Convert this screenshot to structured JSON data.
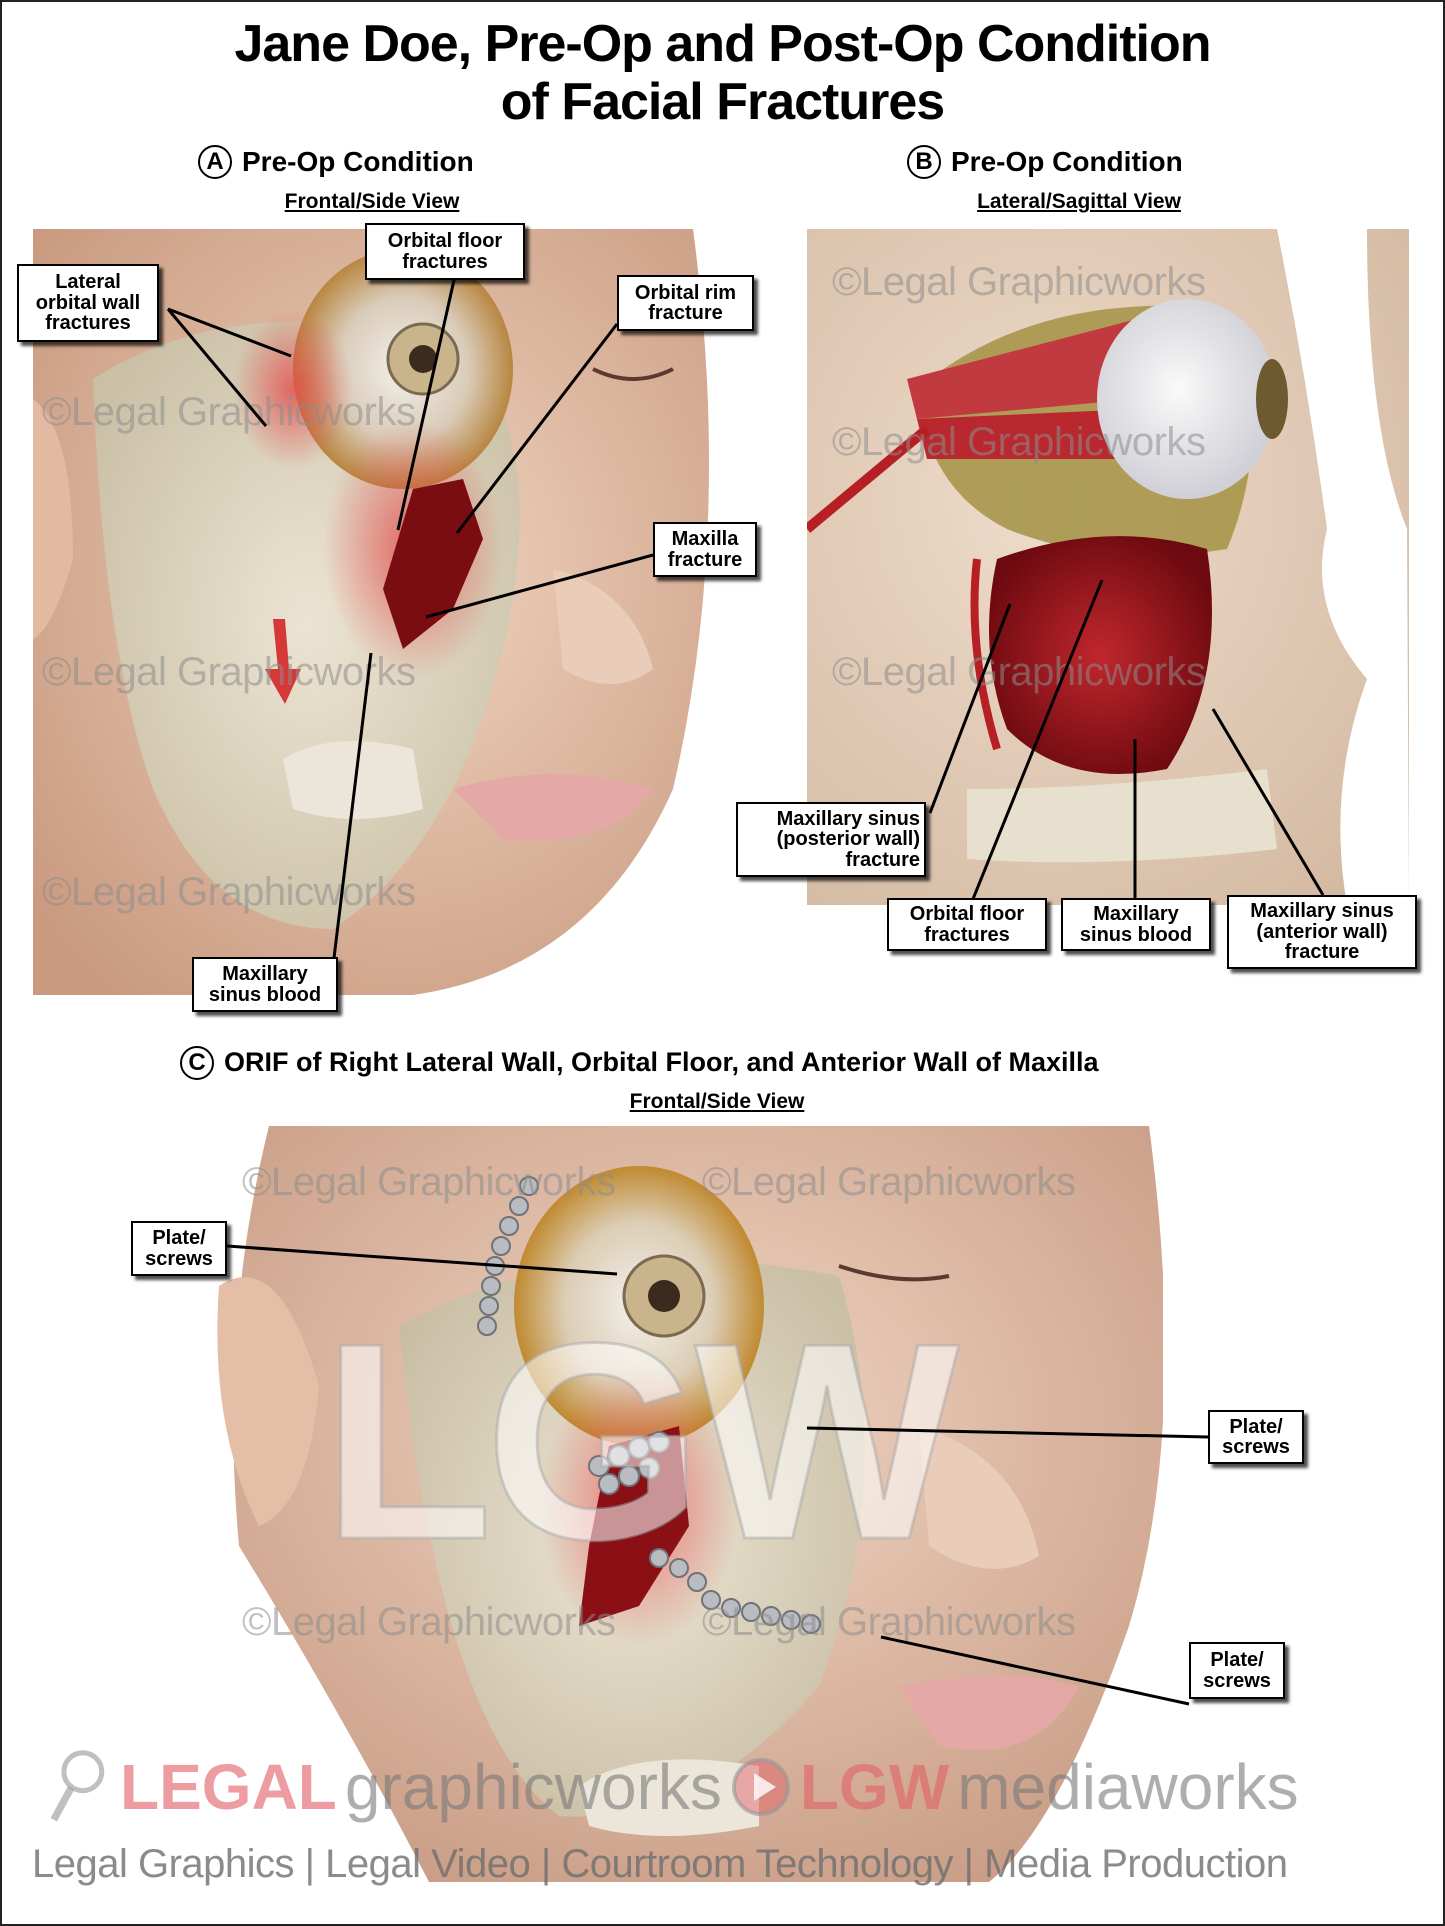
{
  "title": {
    "line1": "Jane Doe, Pre-Op and Post-Op Condition",
    "line2": "of Facial Fractures"
  },
  "sections": {
    "a": {
      "letter": "A",
      "heading": "Pre-Op Condition",
      "view": "Frontal/Side View"
    },
    "b": {
      "letter": "B",
      "heading": "Pre-Op Condition",
      "view": "Lateral/Sagittal View"
    },
    "c": {
      "letter": "C",
      "heading": "ORIF of Right Lateral Wall, Orbital Floor, and Anterior Wall of Maxilla",
      "view": "Frontal/Side View"
    }
  },
  "labels": {
    "a": [
      "Lateral orbital wall fractures",
      "Orbital floor fractures",
      "Orbital rim fracture",
      "Maxilla fracture",
      "Maxillary sinus blood"
    ],
    "b": [
      "Maxillary sinus (posterior wall) fracture",
      "Orbital floor fractures",
      "Maxillary sinus blood",
      "Maxillary sinus (anterior wall) fracture"
    ],
    "c": [
      "Plate/ screws",
      "Plate/ screws",
      "Plate/ screws"
    ]
  },
  "watermark": {
    "text": "©Legal Graphicworks",
    "big": "LGW",
    "logo_legal": "LEGAL",
    "logo_graphicworks": "graphicworks",
    "logo_lgw": "LGW",
    "logo_mediaworks": "mediaworks",
    "tagline": "Legal Graphics | Legal Video | Courtroom Technology | Media Production"
  },
  "colors": {
    "fracture_red": "#b0151b",
    "skin": "#e8c4ae",
    "bone": "#ded8c2",
    "muscle": "#c8373a",
    "plate": "#b9bcc0"
  }
}
